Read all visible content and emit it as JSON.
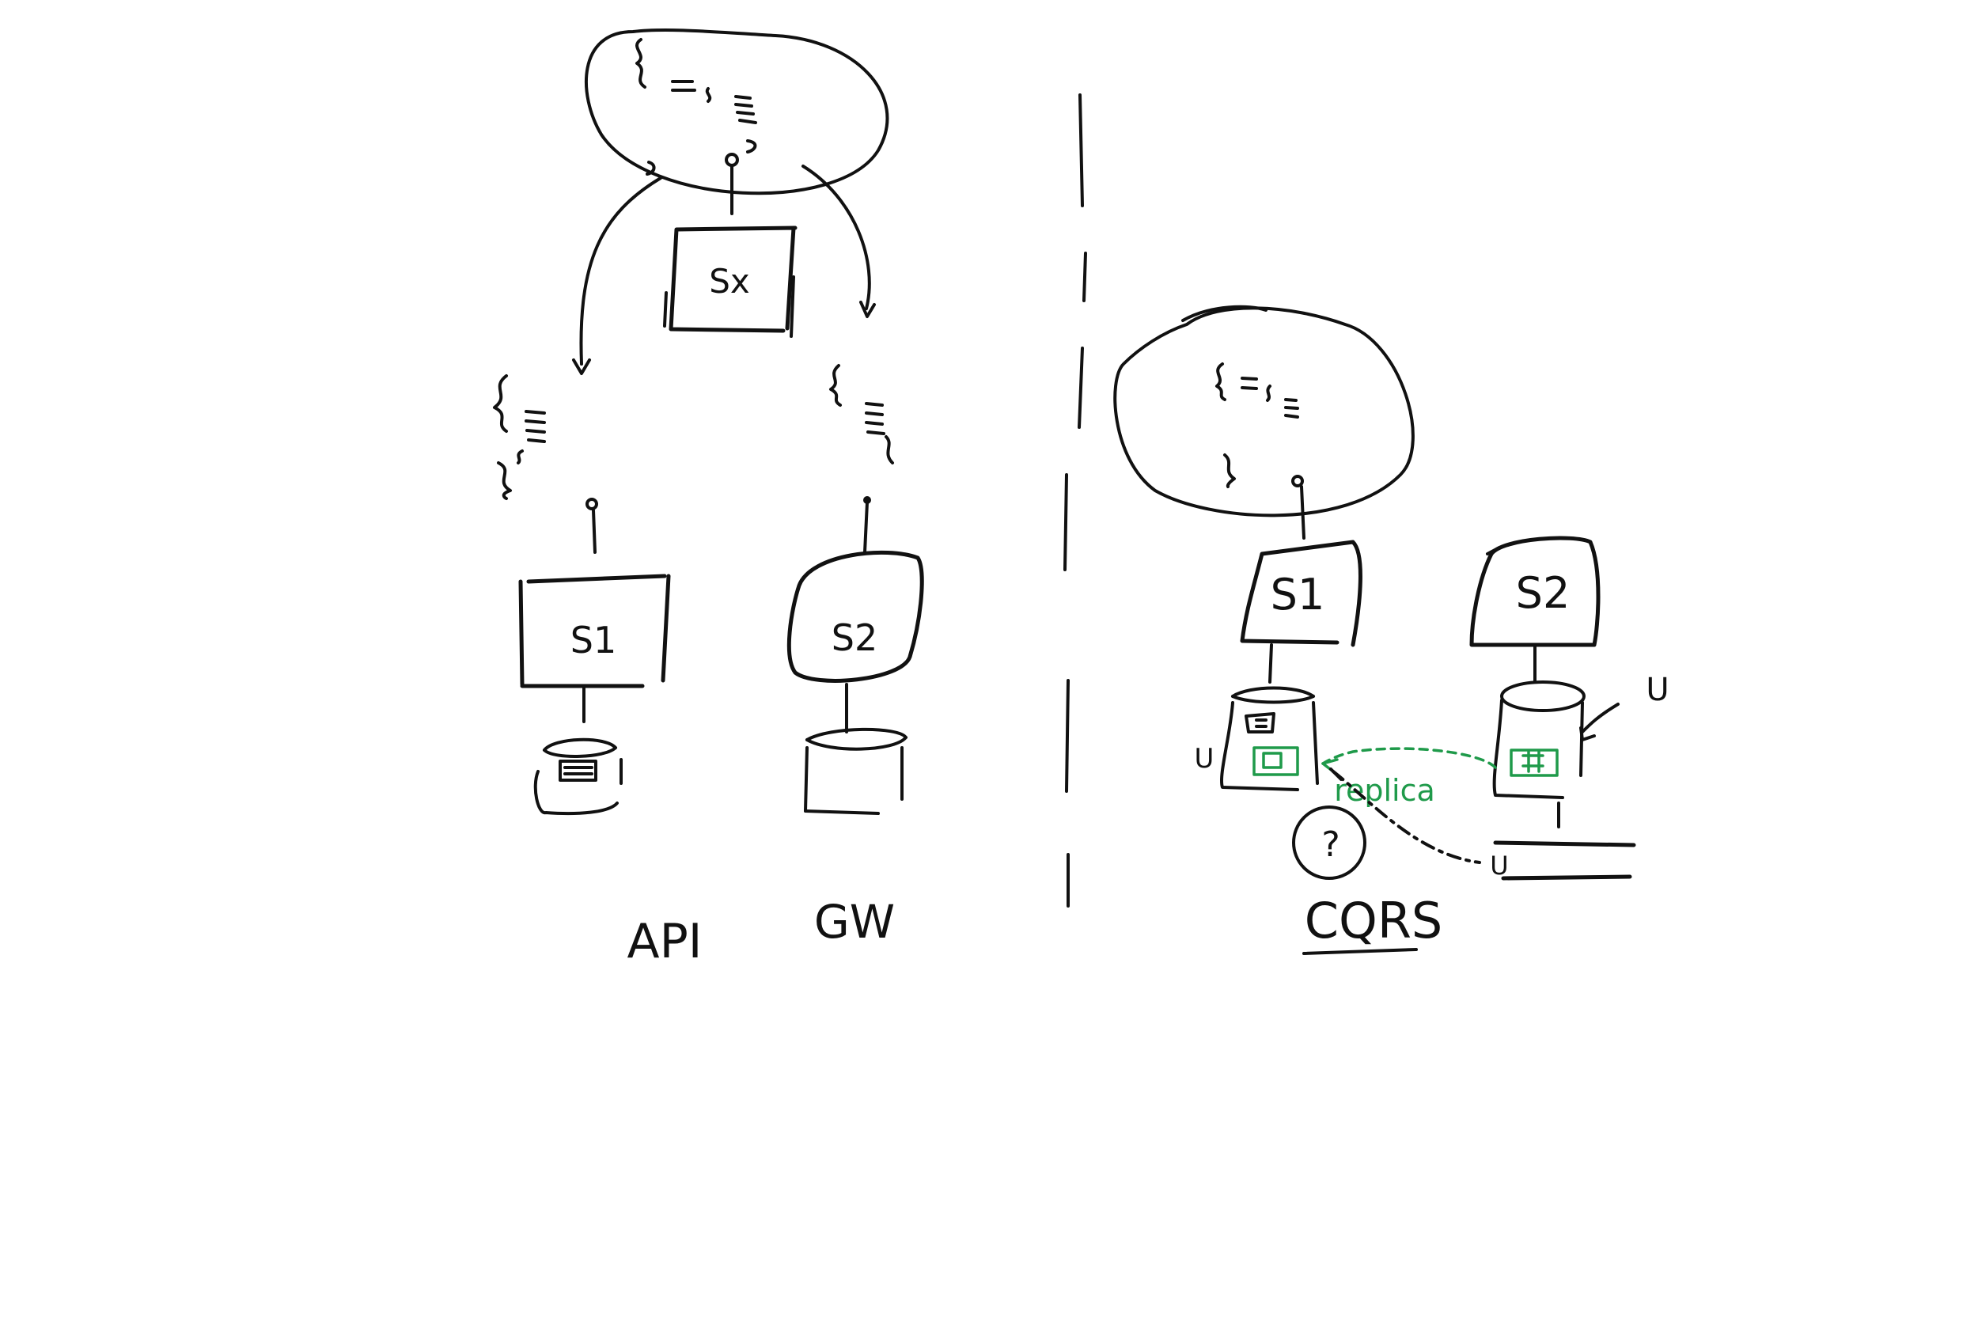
{
  "colors": {
    "ink": "#111111",
    "accent": "#1f9a4a",
    "background": "#ffffff"
  },
  "left": {
    "top_service": "Sx",
    "service_1": "S1",
    "service_2": "S2",
    "caption_1": "API",
    "caption_2": "GW"
  },
  "right": {
    "service_1": "S1",
    "service_2": "S2",
    "replica_label": "replica",
    "update_marker_1": "U",
    "update_marker_2": "U",
    "update_marker_3": "U",
    "question_mark": "?",
    "caption": "CQRS"
  }
}
